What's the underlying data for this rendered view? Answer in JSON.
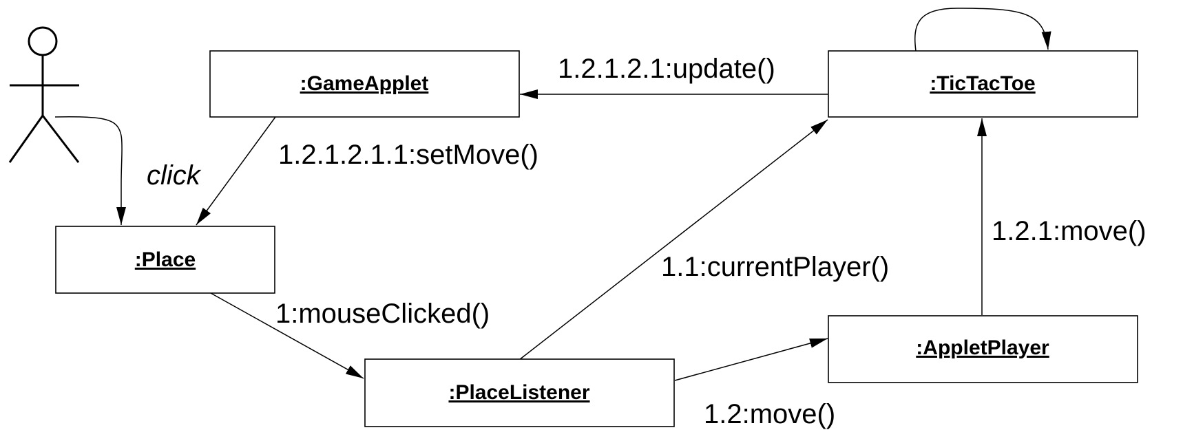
{
  "objects": {
    "game_applet": ":GameApplet",
    "tic_tac_toe": ":TicTacToe",
    "place": ":Place",
    "place_listener": ":PlaceListener",
    "applet_player": ":AppletPlayer"
  },
  "messages": {
    "update": "1.2.1.2.1:update()",
    "set_move": "1.2.1.2.1.1:setMove()",
    "click": "click",
    "current_player": "1.1:currentPlayer()",
    "move_tictactoe": "1.2.1:move()",
    "mouse_clicked": "1:mouseClicked()",
    "move_applet_player": "1.2:move()"
  }
}
